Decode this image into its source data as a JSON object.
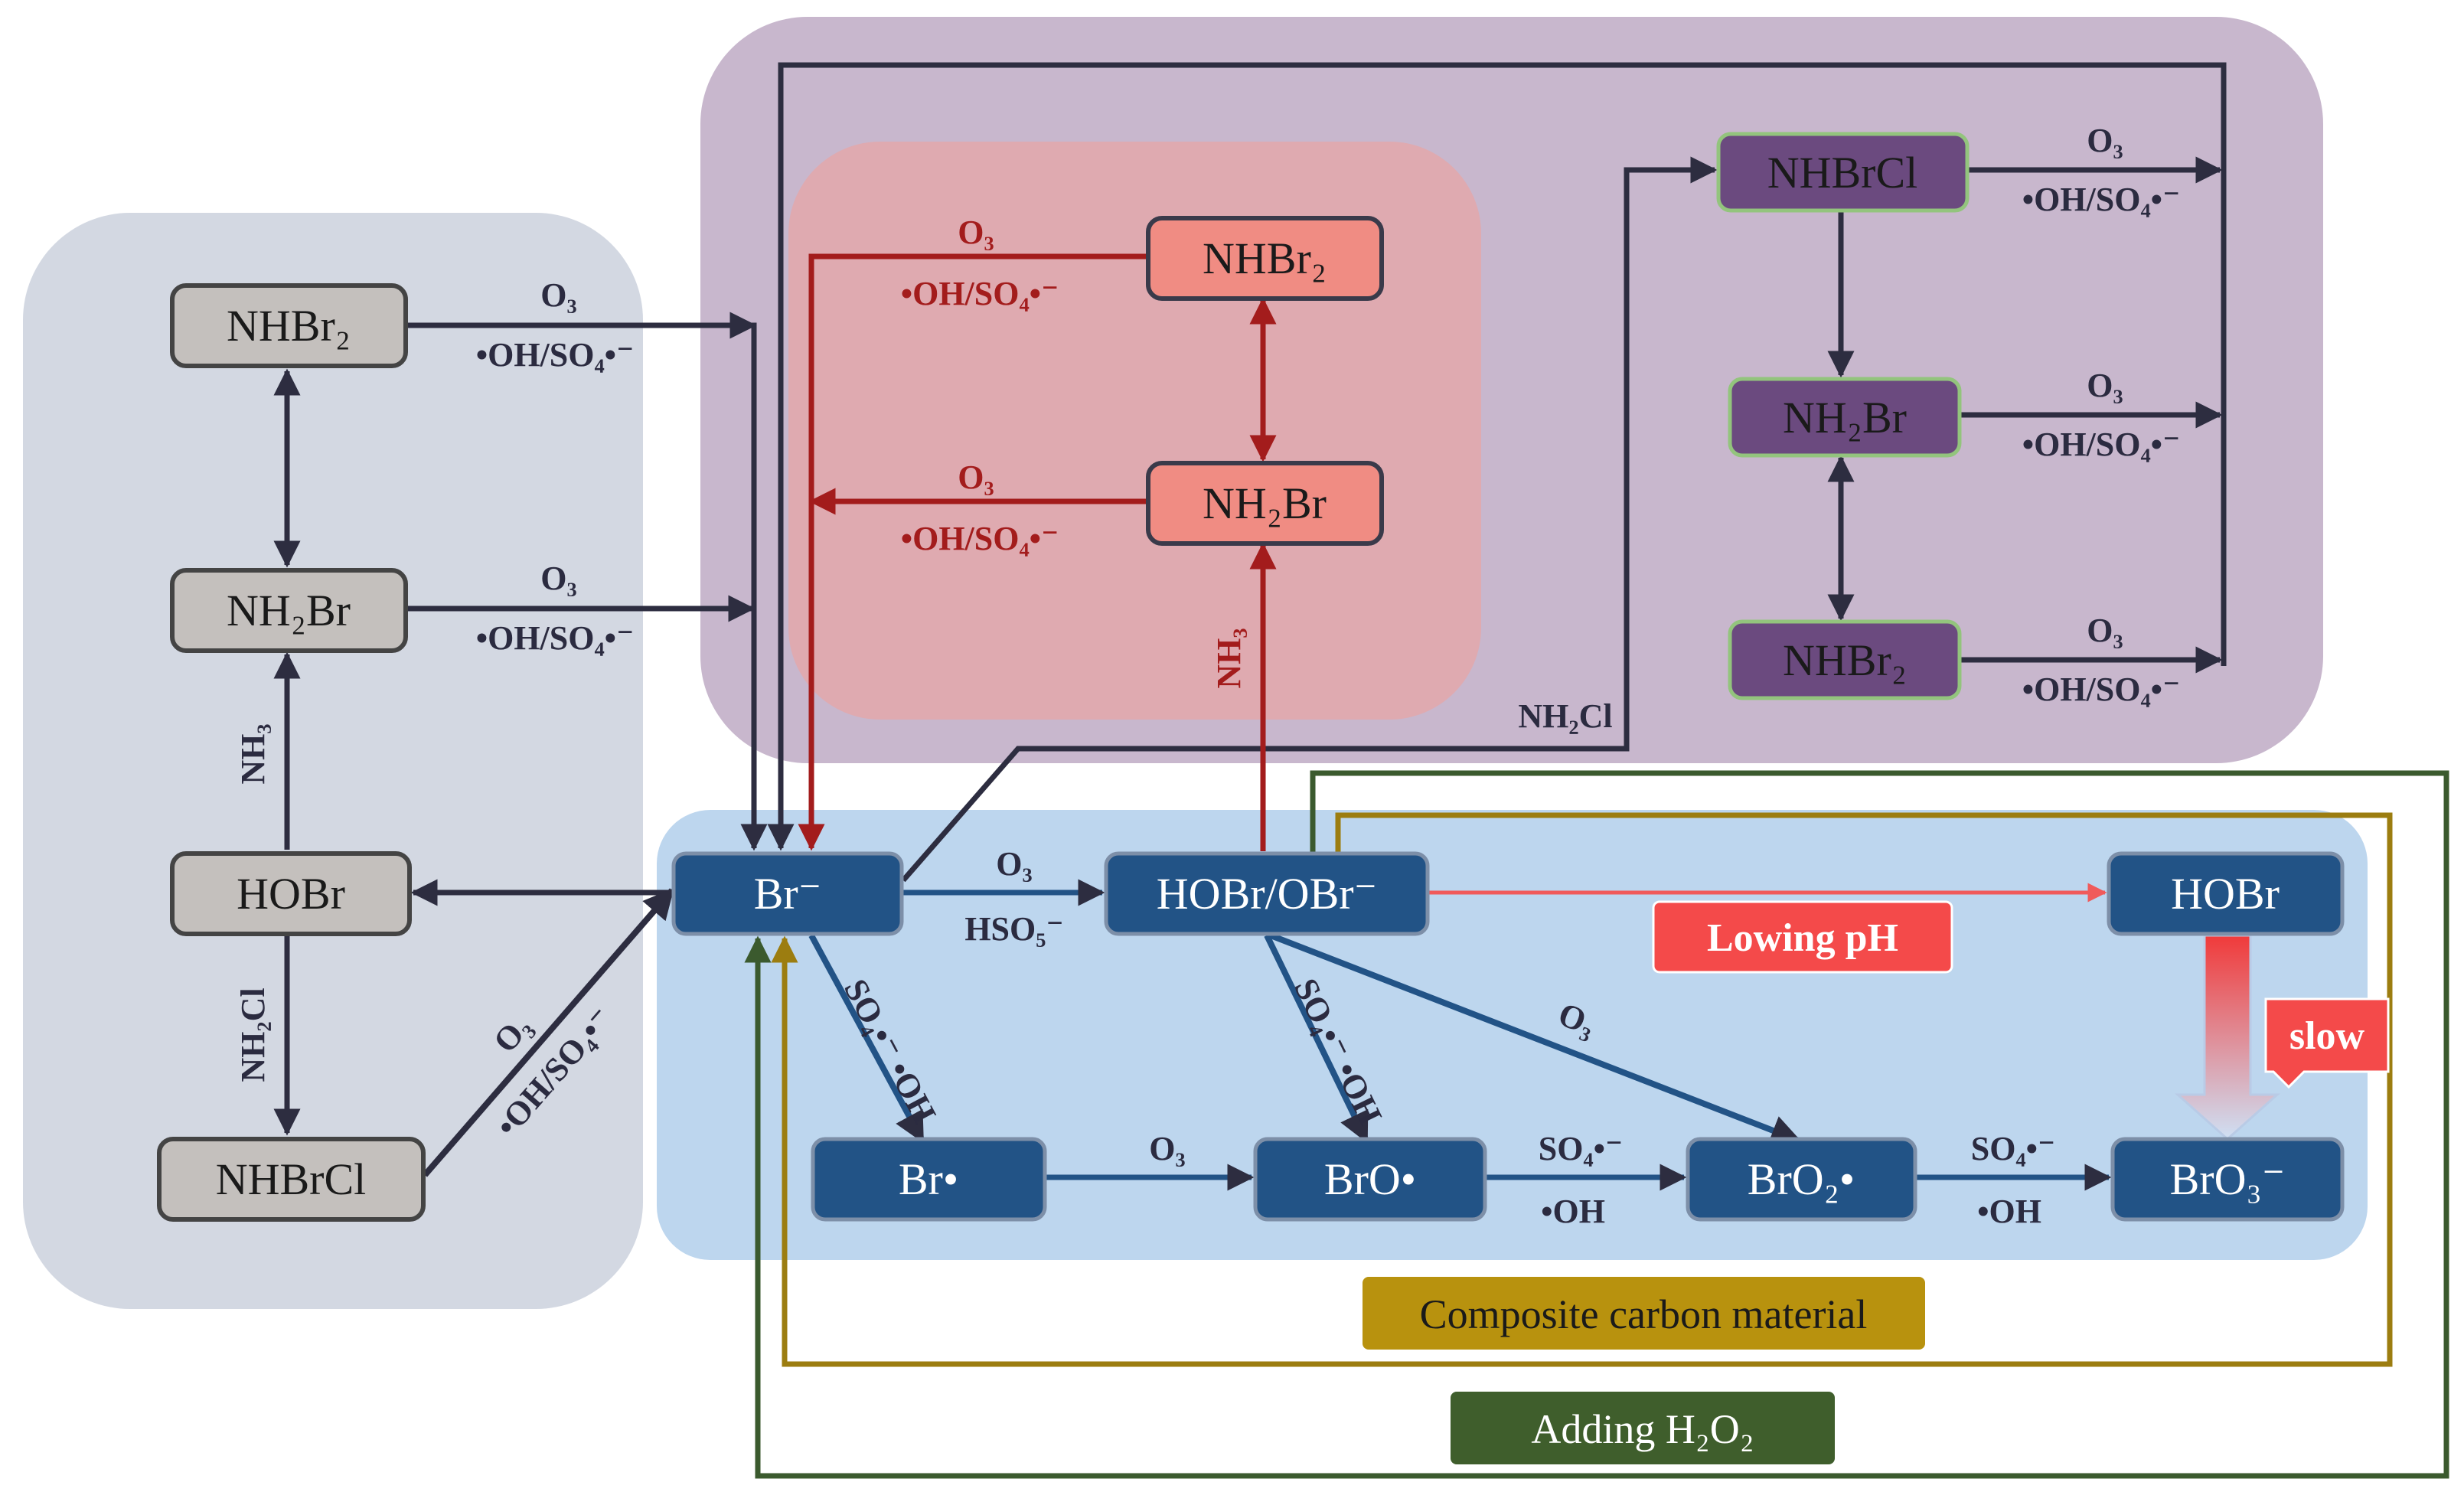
{
  "colors": {
    "gray_region": "#d3d8e2",
    "purple_region": "#c8b7cd",
    "pink_region": "#dfaab0",
    "blue_region": "#bdd6ee",
    "gray_node": "#c4c0bd",
    "pink_node": "#f08c83",
    "purple_node": "#6b4a7f",
    "blue_node": "#225386",
    "dark_line": "#2d2d40",
    "red_line": "#a31c1c",
    "olive": "#9c7d10",
    "green": "#3b5a2e",
    "lowing_ph": "#f44a4a"
  },
  "nodes": {
    "left_nhbr2": "NHBr₂",
    "left_nh2br": "NH₂Br",
    "left_hobr": "HOBr",
    "left_nhbrcl": "NHBrCl",
    "pink_nhbr2": "NHBr₂",
    "pink_nh2br": "NH₂Br",
    "purple_nhbrcl": "NHBrCl",
    "purple_nh2br": "NH₂Br",
    "purple_nhbr2": "NHBr₂",
    "br_minus": "Br⁻",
    "hobr_obr": "HOBr/OBr⁻",
    "hobr_right": "HOBr",
    "br_radical": "Br•",
    "bro_radical": "BrO•",
    "bro2_radical": "BrO₂•",
    "bro3_minus": "BrO₃⁻"
  },
  "labels": {
    "o3": "O₃",
    "oh_so4": "•OH/SO₄•⁻",
    "nh3": "NH₃",
    "nh2cl": "NH₂Cl",
    "hso5": "HSO₅⁻",
    "so4_oh_vertical": "SO₄•⁻ •OH",
    "so4_radical": "SO₄•⁻",
    "oh_radical": "•OH"
  },
  "legend": {
    "lowing_ph": "Lowing pH",
    "slow": "slow",
    "composite": "Composite carbon material",
    "adding_h2o2": "Adding H₂O₂"
  }
}
